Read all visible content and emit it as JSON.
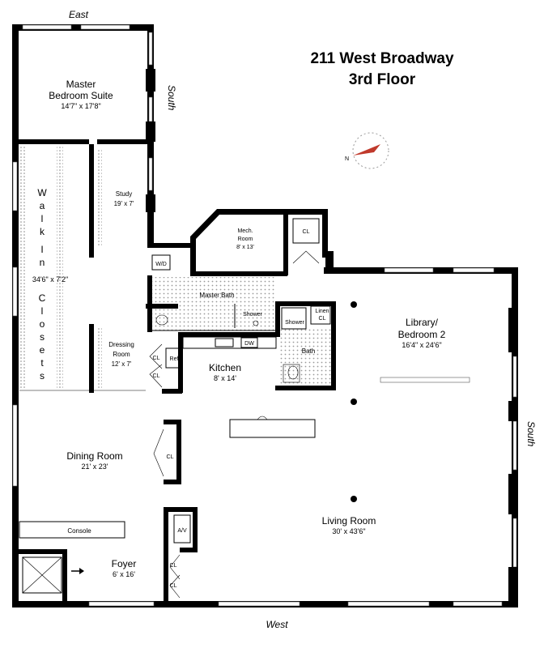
{
  "title": {
    "line1": "211 West Broadway",
    "line2": "3rd Floor"
  },
  "directions": {
    "east": "East",
    "south_1": "South",
    "south_2": "South",
    "west": "West"
  },
  "rooms": {
    "master": {
      "name_line1": "Master",
      "name_line2": "Bedroom Suite",
      "dims": "14'7\" x 17'8\""
    },
    "walk_in": {
      "letters": [
        "W",
        "a",
        "l",
        "k",
        "I",
        "n"
      ],
      "dims": "34'6\" x 7'2\"",
      "closets_letters": [
        "C",
        "l",
        "o",
        "s",
        "e",
        "t",
        "s"
      ]
    },
    "study": {
      "name": "Study",
      "dims": "19' x 7'"
    },
    "mech": {
      "name_line1": "Mech.",
      "name_line2": "Room",
      "dims": "8' x 13'"
    },
    "master_bath": {
      "name": "Master Bath",
      "shower": "Shower"
    },
    "wd": "W/D",
    "dressing": {
      "name_line1": "Dressing",
      "name_line2": "Room",
      "dims": "12' x 7'"
    },
    "ref": "Ref",
    "kitchen": {
      "name": "Kitchen",
      "dims": "8' x 14'",
      "dw": "DW"
    },
    "bath": {
      "name": "Bath",
      "shower": "Shower",
      "linen_line1": "Linen",
      "linen_line2": "CL"
    },
    "library": {
      "name_line1": "Library/",
      "name_line2": "Bedroom 2",
      "dims": "16'4\" x 24'6\""
    },
    "dining": {
      "name": "Dining Room",
      "dims": "21' x 23'"
    },
    "living": {
      "name": "Living Room",
      "dims": "30' x 43'6\""
    },
    "foyer": {
      "name": "Foyer",
      "dims": "6' x 16'"
    },
    "console": "Console",
    "av": "A/V",
    "closet_labels": {
      "mech": "CL",
      "dressing_1": "CL",
      "dressing_2": "CL",
      "dining": "CL",
      "foyer_1": "CL",
      "foyer_2": "CL"
    }
  },
  "compass": {
    "letter": "N"
  }
}
